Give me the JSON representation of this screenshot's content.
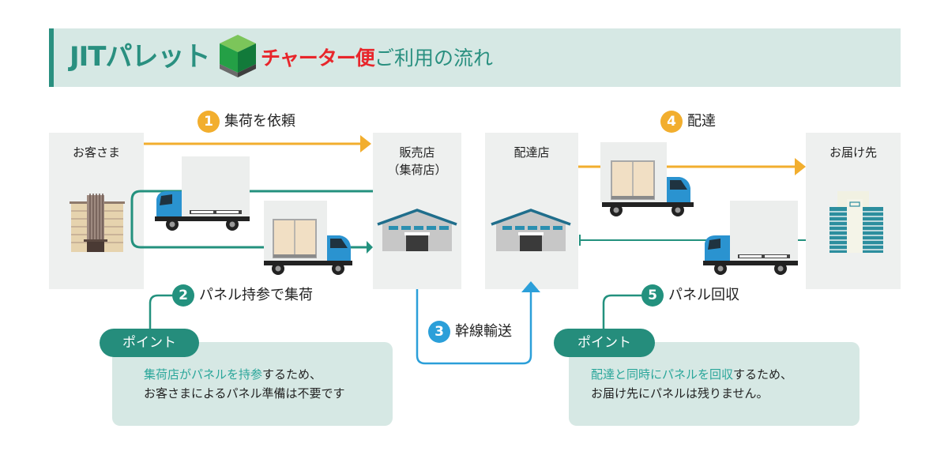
{
  "header": {
    "logo_text": "JITパレット",
    "service_name": "チャーター便",
    "title": "ご利用の流れ"
  },
  "colors": {
    "accent_green": "#2a9080",
    "header_bg": "#d6e8e4",
    "charter_red": "#e8262b",
    "arrow_orange": "#f2ae2e",
    "arrow_green": "#23917e",
    "arrow_blue": "#2b9fd9",
    "panel_bg": "#eef0ef"
  },
  "nodes": {
    "customer": {
      "label": "お客さま",
      "icon": "office-building-icon"
    },
    "pickup_store": {
      "label_line1": "販売店",
      "label_line2": "（集荷店）",
      "icon": "warehouse-icon"
    },
    "delivery_store": {
      "label": "配達店",
      "icon": "warehouse-icon"
    },
    "destination": {
      "label": "お届け先",
      "icon": "office-tower-icon"
    }
  },
  "steps": [
    {
      "number": "1",
      "label": "集荷を依頼"
    },
    {
      "number": "2",
      "label": "パネル持参で集荷"
    },
    {
      "number": "3",
      "label": "幹線輸送"
    },
    {
      "number": "4",
      "label": "配達"
    },
    {
      "number": "5",
      "label": "パネル回収"
    }
  ],
  "points": [
    {
      "pill_label": "ポイント",
      "highlight": "集荷店がパネルを持参",
      "line1_rest": "するため、",
      "line2": "お客さまによるパネル準備は不要です"
    },
    {
      "pill_label": "ポイント",
      "highlight": "配達と同時にパネルを回収",
      "line1_rest": "するため、",
      "line2": "お届け先にパネルは残りません。"
    }
  ]
}
